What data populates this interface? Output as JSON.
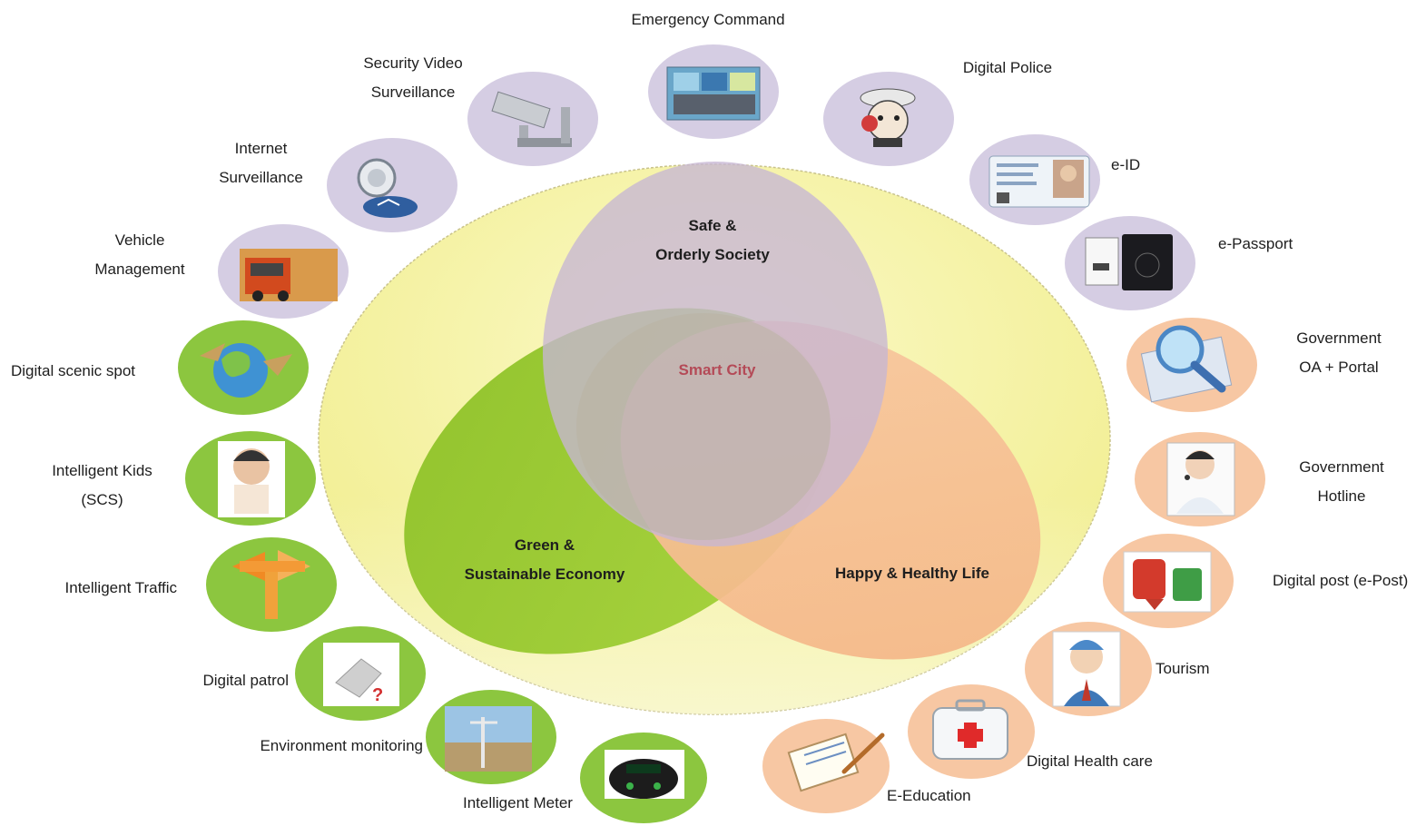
{
  "center": {
    "core_label": "Smart City",
    "domains": {
      "safe": [
        "Safe &",
        "Orderly Society"
      ],
      "green": [
        "Green &",
        "Sustainable Economy"
      ],
      "happy": [
        "Happy & Healthy Life"
      ]
    }
  },
  "colors": {
    "outer_ellipse": "#f3f0a0",
    "safe_domain": "#c9b7d3",
    "green_domain": "#9acb2c",
    "happy_domain": "#f6b98a",
    "overlap": "#b8b0a0",
    "core_text": "#b44a57",
    "purple_bubble": "#d5cde3",
    "green_bubble": "#8cc63f",
    "orange_bubble": "#f7c7a3"
  },
  "services": [
    {
      "lines": [
        "Emergency Command"
      ],
      "icon": "control-room-icon",
      "theme": "purple"
    },
    {
      "lines": [
        "Digital Police"
      ],
      "icon": "police-officer-icon",
      "theme": "purple"
    },
    {
      "lines": [
        "e-ID"
      ],
      "icon": "id-card-icon",
      "theme": "purple"
    },
    {
      "lines": [
        "e-Passport"
      ],
      "icon": "passport-icon",
      "theme": "purple"
    },
    {
      "lines": [
        "Government",
        "OA + Portal"
      ],
      "icon": "magnifier-icon",
      "theme": "orange"
    },
    {
      "lines": [
        "Government",
        "Hotline"
      ],
      "icon": "operator-icon",
      "theme": "orange"
    },
    {
      "lines": [
        "Digital post (e-Post)"
      ],
      "icon": "mailbox-icon",
      "theme": "orange"
    },
    {
      "lines": [
        "Tourism"
      ],
      "icon": "tourist-icon",
      "theme": "orange"
    },
    {
      "lines": [
        "Digital Health care"
      ],
      "icon": "first-aid-kit-icon",
      "theme": "orange"
    },
    {
      "lines": [
        "E-Education"
      ],
      "icon": "clipboard-icon",
      "theme": "orange"
    },
    {
      "lines": [
        "Intelligent Meter"
      ],
      "icon": "meter-icon",
      "theme": "green"
    },
    {
      "lines": [
        "Environment monitoring"
      ],
      "icon": "weather-station-icon",
      "theme": "green"
    },
    {
      "lines": [
        "Digital patrol"
      ],
      "icon": "patrol-icon",
      "theme": "green"
    },
    {
      "lines": [
        "Intelligent Traffic"
      ],
      "icon": "signpost-icon",
      "theme": "green"
    },
    {
      "lines": [
        "Intelligent Kids",
        "(SCS)"
      ],
      "icon": "child-icon",
      "theme": "green"
    },
    {
      "lines": [
        "Digital scenic spot"
      ],
      "icon": "globe-icon",
      "theme": "green"
    },
    {
      "lines": [
        "Vehicle",
        "Management"
      ],
      "icon": "truck-icon",
      "theme": "purple"
    },
    {
      "lines": [
        "Internet",
        "Surveillance"
      ],
      "icon": "network-icon",
      "theme": "purple"
    },
    {
      "lines": [
        "Security Video",
        "Surveillance"
      ],
      "icon": "cctv-camera-icon",
      "theme": "purple"
    }
  ]
}
